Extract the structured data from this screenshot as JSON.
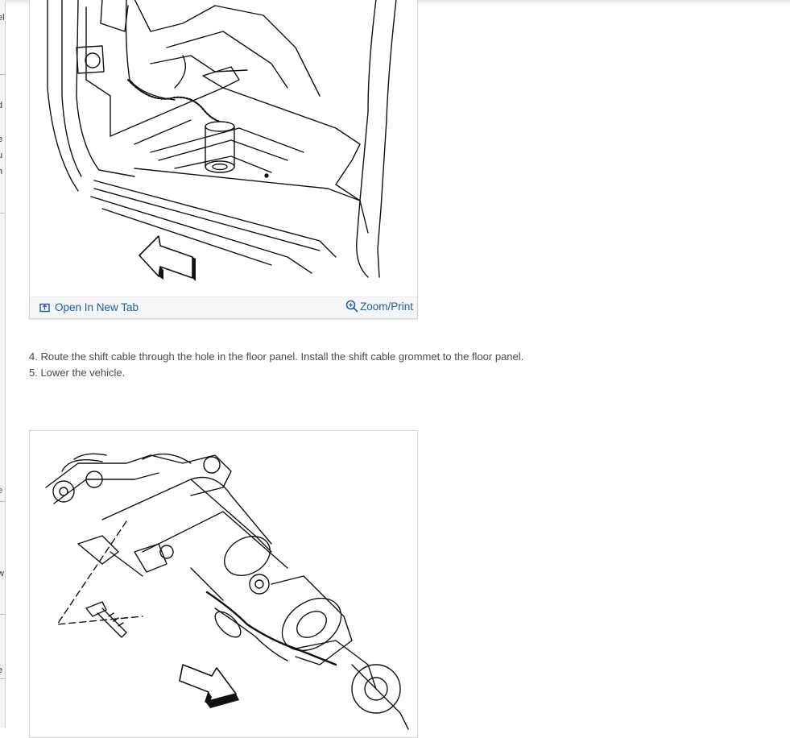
{
  "side_fragments": [
    "el",
    "d",
    "e",
    "u",
    "h",
    "e",
    "w",
    "e"
  ],
  "figure_1": {
    "open_label": "Open In New Tab",
    "zoom_label": "Zoom/Print",
    "icons": [
      "open-new-tab-icon",
      "zoom-icon"
    ]
  },
  "instructions": {
    "step4": "4. Route the shift cable through the hole in the floor panel. Install the shift cable grommet to the floor panel.",
    "step5": "5. Lower the vehicle."
  },
  "colors": {
    "link": "#1f5d9e",
    "text": "#4a4a4a",
    "border": "#d4d4d4"
  }
}
